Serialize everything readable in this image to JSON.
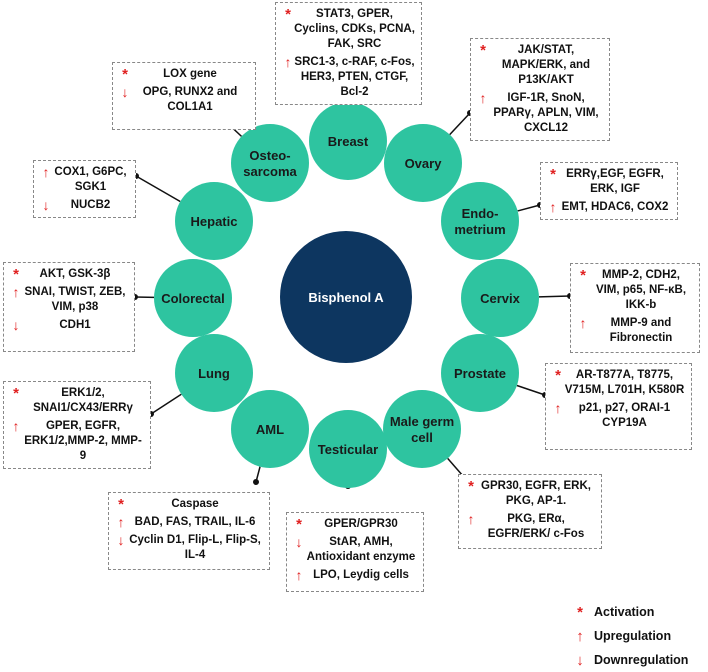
{
  "center": {
    "label": "Bisphenol A"
  },
  "nodes": [
    {
      "id": "breast",
      "lines": [
        "Breast"
      ]
    },
    {
      "id": "ovary",
      "lines": [
        "Ovary"
      ]
    },
    {
      "id": "endometrium",
      "lines": [
        "Endo-",
        "metrium"
      ]
    },
    {
      "id": "cervix",
      "lines": [
        "Cervix"
      ]
    },
    {
      "id": "prostate",
      "lines": [
        "Prostate"
      ]
    },
    {
      "id": "male-germ-cell",
      "lines": [
        "Male germ",
        "cell"
      ]
    },
    {
      "id": "testicular",
      "lines": [
        "Testicular"
      ]
    },
    {
      "id": "aml",
      "lines": [
        "AML"
      ]
    },
    {
      "id": "lung",
      "lines": [
        "Lung"
      ]
    },
    {
      "id": "colorectal",
      "lines": [
        "Colorectal"
      ]
    },
    {
      "id": "hepatic",
      "lines": [
        "Hepatic"
      ]
    },
    {
      "id": "osteosarcoma",
      "lines": [
        "Osteo-",
        "sarcoma"
      ]
    }
  ],
  "boxes": [
    {
      "node": "breast",
      "rows": [
        {
          "sym": "star",
          "text": "STAT3, GPER, Cyclins, CDKs, PCNA, FAK, SRC"
        },
        {
          "sym": "up",
          "text": "SRC1-3, c-RAF, c-Fos, HER3, PTEN, CTGF, Bcl-2"
        }
      ]
    },
    {
      "node": "ovary",
      "rows": [
        {
          "sym": "star",
          "text": "JAK/STAT, MAPK/ERK, and P13K/AKT"
        },
        {
          "sym": "up",
          "text": "IGF-1R, SnoN, PPARγ, APLN, VIM, CXCL12"
        }
      ]
    },
    {
      "node": "endometrium",
      "rows": [
        {
          "sym": "star",
          "text": "ERRγ,EGF, EGFR, ERK, IGF"
        },
        {
          "sym": "up",
          "text": "EMT, HDAC6, COX2"
        }
      ]
    },
    {
      "node": "cervix",
      "rows": [
        {
          "sym": "star",
          "text": "MMP-2, CDH2, VIM, p65, NF-κB, IKK-b"
        },
        {
          "sym": "up",
          "text": "MMP-9 and Fibronectin"
        }
      ]
    },
    {
      "node": "prostate",
      "rows": [
        {
          "sym": "star",
          "text": "AR-T877A, T8775, V715M, L701H, K580R"
        },
        {
          "sym": "up",
          "text": "p21, p27, ORAI-1 CYP19A"
        }
      ]
    },
    {
      "node": "male-germ-cell",
      "rows": [
        {
          "sym": "star",
          "text": "GPR30, EGFR, ERK, PKG, AP-1."
        },
        {
          "sym": "up",
          "text": "PKG, ERα, EGFR/ERK/ c-Fos"
        }
      ]
    },
    {
      "node": "testicular",
      "rows": [
        {
          "sym": "star",
          "text": "GPER/GPR30"
        },
        {
          "sym": "down",
          "text": "StAR, AMH, Antioxidant enzyme"
        },
        {
          "sym": "up",
          "text": "LPO, Leydig cells"
        }
      ]
    },
    {
      "node": "aml",
      "rows": [
        {
          "sym": "star",
          "text": "Caspase"
        },
        {
          "sym": "up",
          "text": "BAD, FAS, TRAIL, IL-6"
        },
        {
          "sym": "down",
          "text": "Cyclin D1, Flip-L, Flip-S, IL-4"
        }
      ]
    },
    {
      "node": "lung",
      "rows": [
        {
          "sym": "star",
          "text": "ERK1/2, SNAI1/CX43/ERRγ"
        },
        {
          "sym": "up",
          "text": "GPER, EGFR, ERK1/2,MMP-2, MMP-9"
        }
      ]
    },
    {
      "node": "colorectal",
      "rows": [
        {
          "sym": "star",
          "text": "AKT, GSK-3β"
        },
        {
          "sym": "up",
          "text": "SNAI, TWIST, ZEB, VIM, p38"
        },
        {
          "sym": "down",
          "text": "CDH1"
        }
      ]
    },
    {
      "node": "hepatic",
      "rows": [
        {
          "sym": "up",
          "text": "COX1, G6PC, SGK1"
        },
        {
          "sym": "down",
          "text": "NUCB2"
        }
      ]
    },
    {
      "node": "osteosarcoma",
      "rows": [
        {
          "sym": "star",
          "text": "LOX gene"
        },
        {
          "sym": "down",
          "text": "OPG, RUNX2 and COL1A1"
        }
      ]
    }
  ],
  "legend": [
    {
      "sym": "star",
      "label": "Activation"
    },
    {
      "sym": "up",
      "label": "Upregulation"
    },
    {
      "sym": "down",
      "label": "Downregulation"
    }
  ],
  "colors": {
    "node": "#2ec4a0",
    "center": "#0d3660",
    "marker": "#e02020"
  }
}
